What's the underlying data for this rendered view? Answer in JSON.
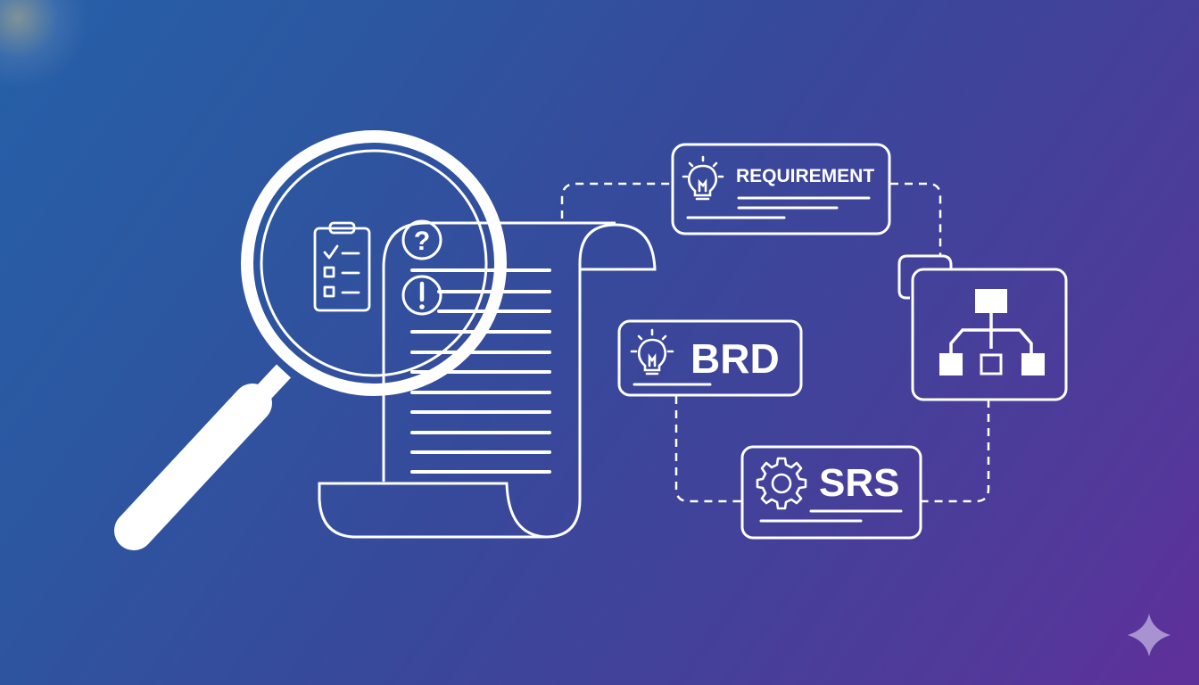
{
  "illustration": {
    "theme": "requirements analysis",
    "colors": {
      "background_start": "#2560a8",
      "background_end": "#5f2f9a",
      "stroke": "#ffffff",
      "sparkle": "#a893d0"
    },
    "magnifier": {
      "icons_inside": [
        "clipboard-checklist-icon",
        "question-mark-icon",
        "exclamation-mark-icon"
      ]
    },
    "document": {
      "type": "scroll",
      "text_line_count": 11
    },
    "cards": [
      {
        "id": "requirement",
        "label": "REQUIREMENT",
        "icon": "lightbulb-icon"
      },
      {
        "id": "brd",
        "label": "BRD",
        "icon": "lightbulb-icon"
      },
      {
        "id": "srs",
        "label": "SRS",
        "icon": "gear-icon"
      },
      {
        "id": "hierarchy",
        "label": "",
        "icon": "hierarchy-chart-icon"
      }
    ],
    "connectors": "dashed",
    "watermark_icon": "sparkle-icon"
  }
}
